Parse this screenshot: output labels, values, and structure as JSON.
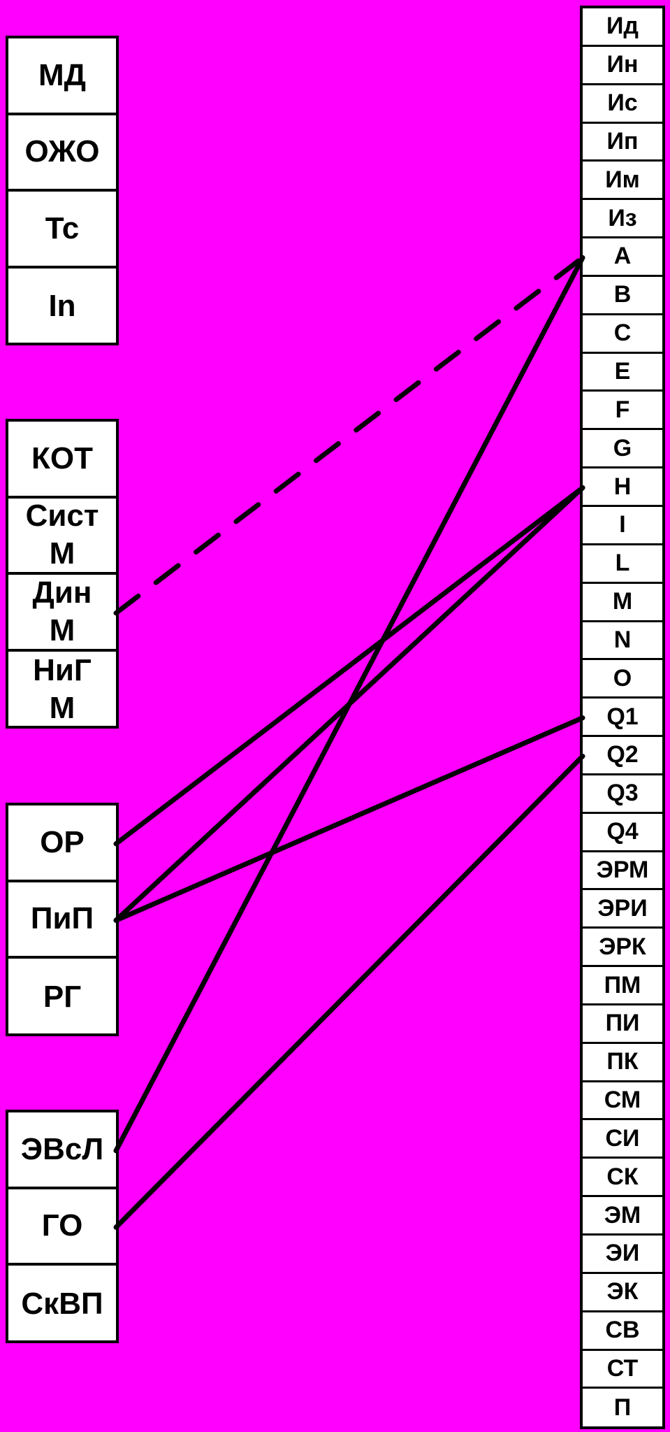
{
  "colors": {
    "background": "#FF00FF",
    "box_fill": "#FFFFFF",
    "line": "#000000"
  },
  "left_groups": [
    {
      "items": [
        "МД",
        "ОЖО",
        "Тс",
        "In"
      ]
    },
    {
      "items": [
        "КОТ",
        "Сист\nМ",
        "Дин\nМ",
        "НиГ\nМ"
      ]
    },
    {
      "items": [
        "ОР",
        "ПиП",
        "РГ"
      ]
    },
    {
      "items": [
        "ЭВсЛ",
        "ГО",
        "СкВП"
      ]
    }
  ],
  "right_column": [
    "Ид",
    "Ин",
    "Ис",
    "Ип",
    "Им",
    "Из",
    "A",
    "B",
    "C",
    "E",
    "F",
    "G",
    "H",
    "I",
    "L",
    "M",
    "N",
    "O",
    "Q1",
    "Q2",
    "Q3",
    "Q4",
    "ЭРМ",
    "ЭРИ",
    "ЭРК",
    "ПМ",
    "ПИ",
    "ПК",
    "СМ",
    "СИ",
    "СК",
    "ЭМ",
    "ЭИ",
    "ЭК",
    "СВ",
    "СТ",
    "П"
  ],
  "connections": [
    {
      "from": "Дин\nМ",
      "to": "A",
      "style": "dashed"
    },
    {
      "from": "ОР",
      "to": "H",
      "style": "solid"
    },
    {
      "from": "ПиП",
      "to": "H",
      "style": "solid"
    },
    {
      "from": "ПиП",
      "to": "Q1",
      "style": "solid"
    },
    {
      "from": "ЭВсЛ",
      "to": "A",
      "style": "solid"
    },
    {
      "from": "ГО",
      "to": "Q2",
      "style": "solid"
    }
  ]
}
